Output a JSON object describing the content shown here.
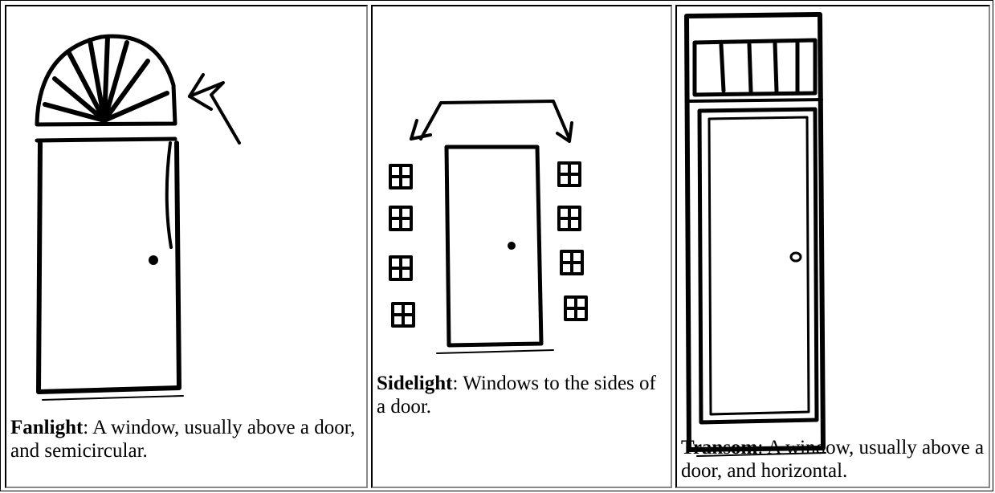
{
  "cells": [
    {
      "term": "Fanlight",
      "definition": ": A window, usually above a door, and semicircular."
    },
    {
      "term": "Sidelight",
      "definition": ": Windows to the sides of a door."
    },
    {
      "term": "Transom",
      "definition": ": A window, usually above a door, and horizontal."
    }
  ]
}
